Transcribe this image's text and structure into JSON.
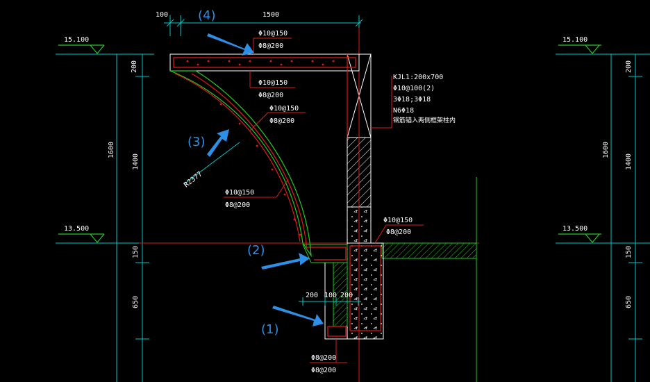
{
  "colors": {
    "background": "#000000",
    "outline": "#ffffff",
    "section_red": "#e01a1a",
    "cut_green": "#22cc22",
    "dimension_cyan": "#00c8c8",
    "callout_blue": "#2e8fe6"
  },
  "callouts": {
    "c1": "(1)",
    "c2": "(2)",
    "c3": "(3)",
    "c4": "(4)"
  },
  "levels": {
    "top": "15.100",
    "bottom": "13.500"
  },
  "dims": {
    "top_100": "100",
    "top_1500": "1500",
    "left_200": "200",
    "left_1600": "1600",
    "left_1400": "1400",
    "left_150": "150",
    "left_650": "650",
    "right_200": "200",
    "right_1600": "1600",
    "right_1400": "1400",
    "right_150": "150",
    "right_650": "650",
    "beam_200a": "200",
    "beam_100": "100",
    "beam_200b": "200",
    "radius": "R2377"
  },
  "rebar": {
    "top_main": "Φ10@150",
    "top_dist": "Φ8@200",
    "mid_main": "Φ10@150",
    "mid_dist": "Φ8@200",
    "curve_upper_main": "Φ10@150",
    "curve_upper_dist": "Φ8@200",
    "curve_lower_main": "Φ10@150",
    "curve_lower_dist": "Φ8@200",
    "ledge_main": "Φ10@150",
    "ledge_dist": "Φ8@200",
    "bottom_main": "Φ8@200",
    "bottom_dist": "Φ8@200"
  },
  "beam_note": {
    "line1": "KJL1:200x700",
    "line2": "Φ10@100(2)",
    "line3": "3Φ18;3Φ18",
    "line4": "N6Φ18",
    "line5": "钢筋锚入两侧框架柱内"
  }
}
